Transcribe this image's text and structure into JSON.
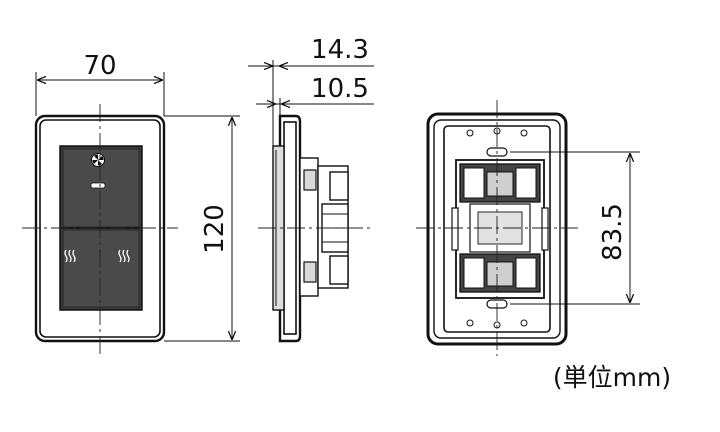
{
  "dimensions": {
    "width": "70",
    "depth_total": "14.3",
    "depth_partial": "10.5",
    "height": "120",
    "mount_pitch": "83.5"
  },
  "unit_note": "(単位mm)",
  "icons": {
    "top_switch": "fan-icon",
    "bottom_switch": "heat-wave-icon"
  }
}
